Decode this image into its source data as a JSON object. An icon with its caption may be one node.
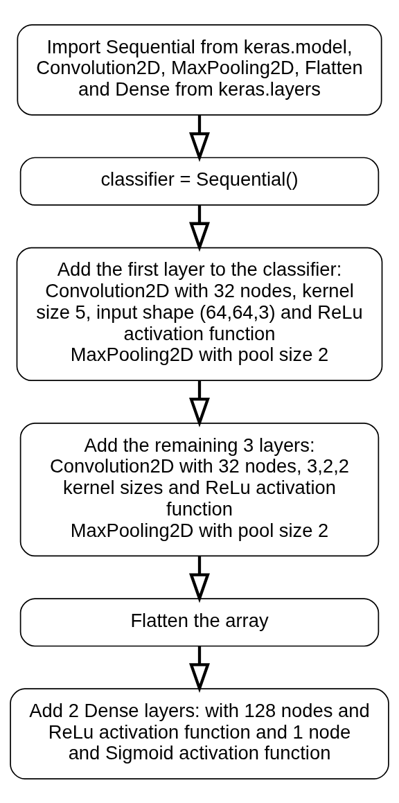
{
  "diagram": {
    "nodes": [
      {
        "text": [
          "Import Sequential from keras.model, Convolution2D, MaxPooling2D, Flatten and Dense from keras.layers"
        ]
      },
      {
        "text": [
          "classifier = Sequential()"
        ]
      },
      {
        "text": [
          "Add the first layer to the classifier: Convolution2D with 32 nodes, kernel size 5, input shape (64,64,3) and ReLu activation function",
          "MaxPooling2D with pool size 2"
        ]
      },
      {
        "text": [
          "Add the remaining 3 layers: Convolution2D with 32 nodes, 3,2,2 kernel sizes and ReLu activation function",
          "MaxPooling2D with pool size 2"
        ]
      },
      {
        "text": [
          "Flatten the array"
        ]
      },
      {
        "text": [
          "Add 2 Dense layers: with 128 nodes and ReLu activation function and 1 node and Sigmoid activation function"
        ]
      }
    ],
    "edges": [
      {
        "from": 0,
        "to": 1,
        "arrow": "to"
      },
      {
        "from": 1,
        "to": 2,
        "arrow": "to"
      },
      {
        "from": 2,
        "to": 3,
        "arrow": "to"
      },
      {
        "from": 3,
        "to": 4,
        "arrow": "to"
      },
      {
        "from": 4,
        "to": 5,
        "arrow": "to"
      }
    ]
  }
}
